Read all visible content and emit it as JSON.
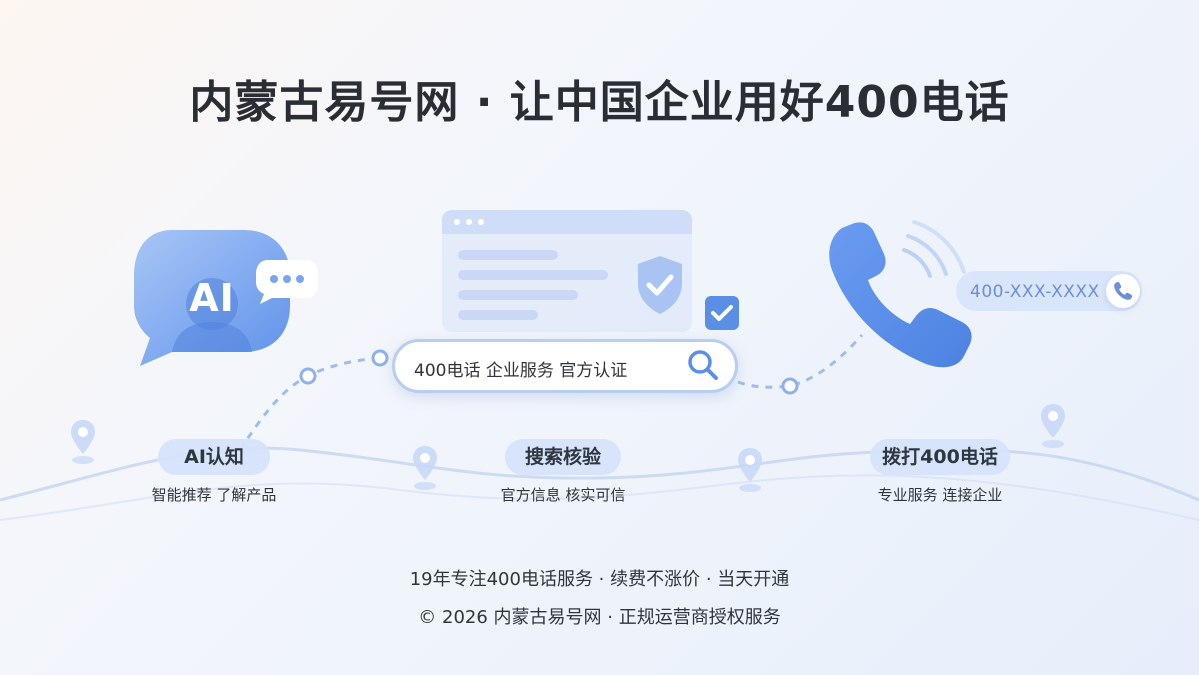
{
  "title": "内蒙古易号网 · 让中国企业用好400电话",
  "ai_badge": "AI",
  "search": {
    "query": "400电话  企业服务  官方认证"
  },
  "phone_number": "400-XXX-XXXX",
  "steps": [
    {
      "label": "AI认知",
      "sub": "智能推荐   了解产品"
    },
    {
      "label": "搜索核验",
      "sub": "官方信息   核实可信"
    },
    {
      "label": "拨打400电话",
      "sub": "专业服务   连接企业"
    }
  ],
  "footer": {
    "line1": "19年专注400电话服务  ·  续费不涨价  ·  当天开通",
    "line2": "©  2026  内蒙古易号网  ·  正规运营商授权服务"
  },
  "colors": {
    "accent": "#5b8fe6",
    "accent_light": "#d6e3fb",
    "title": "#2a2d33"
  }
}
